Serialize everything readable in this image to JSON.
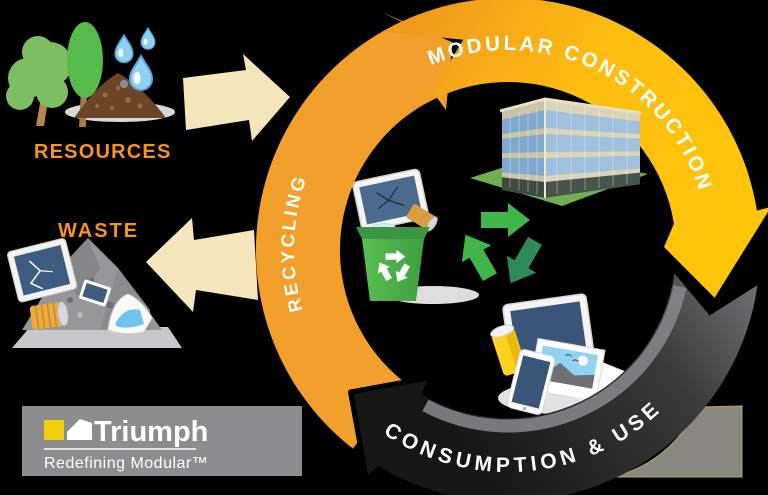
{
  "cycle": {
    "stages": [
      {
        "id": "recycling",
        "label": "RECYCLING"
      },
      {
        "id": "modular-construction",
        "label": "MODULAR CONSTRUCTION"
      },
      {
        "id": "consumption-and-use",
        "label": "CONSUMPTION & USE"
      }
    ]
  },
  "inputs": {
    "resources_label": "RESOURCES",
    "waste_label": "WASTE"
  },
  "logo": {
    "name": "Triumph",
    "tagline": "Redefining Modular™"
  },
  "colors": {
    "background": "#000000",
    "arc_yellow": "#FFC30D",
    "arc_orange": "#F2A02B",
    "arc_dark": "#2B2A29",
    "cream_arrow": "#F6E6BC",
    "label_orange": "#F7941D",
    "recycle_green_light": "#3FB54A",
    "recycle_green_dark": "#2E8A57",
    "bin_green": "#4AAE47",
    "bar_gray": "#8D8D90",
    "logo_yellow": "#F2CF0C"
  },
  "icons": {
    "resources": "trees-water-soil-icon",
    "waste": "rubble-electronics-icon",
    "building": "office-building-icon",
    "bin": "recycle-bin-icon",
    "recycle": "recycle-arrows-icon",
    "devices": "consumer-electronics-icon",
    "flow_right": "block-arrow-right-icon",
    "flow_left": "block-arrow-left-icon",
    "logo_mark": "triumph-house-icon"
  }
}
